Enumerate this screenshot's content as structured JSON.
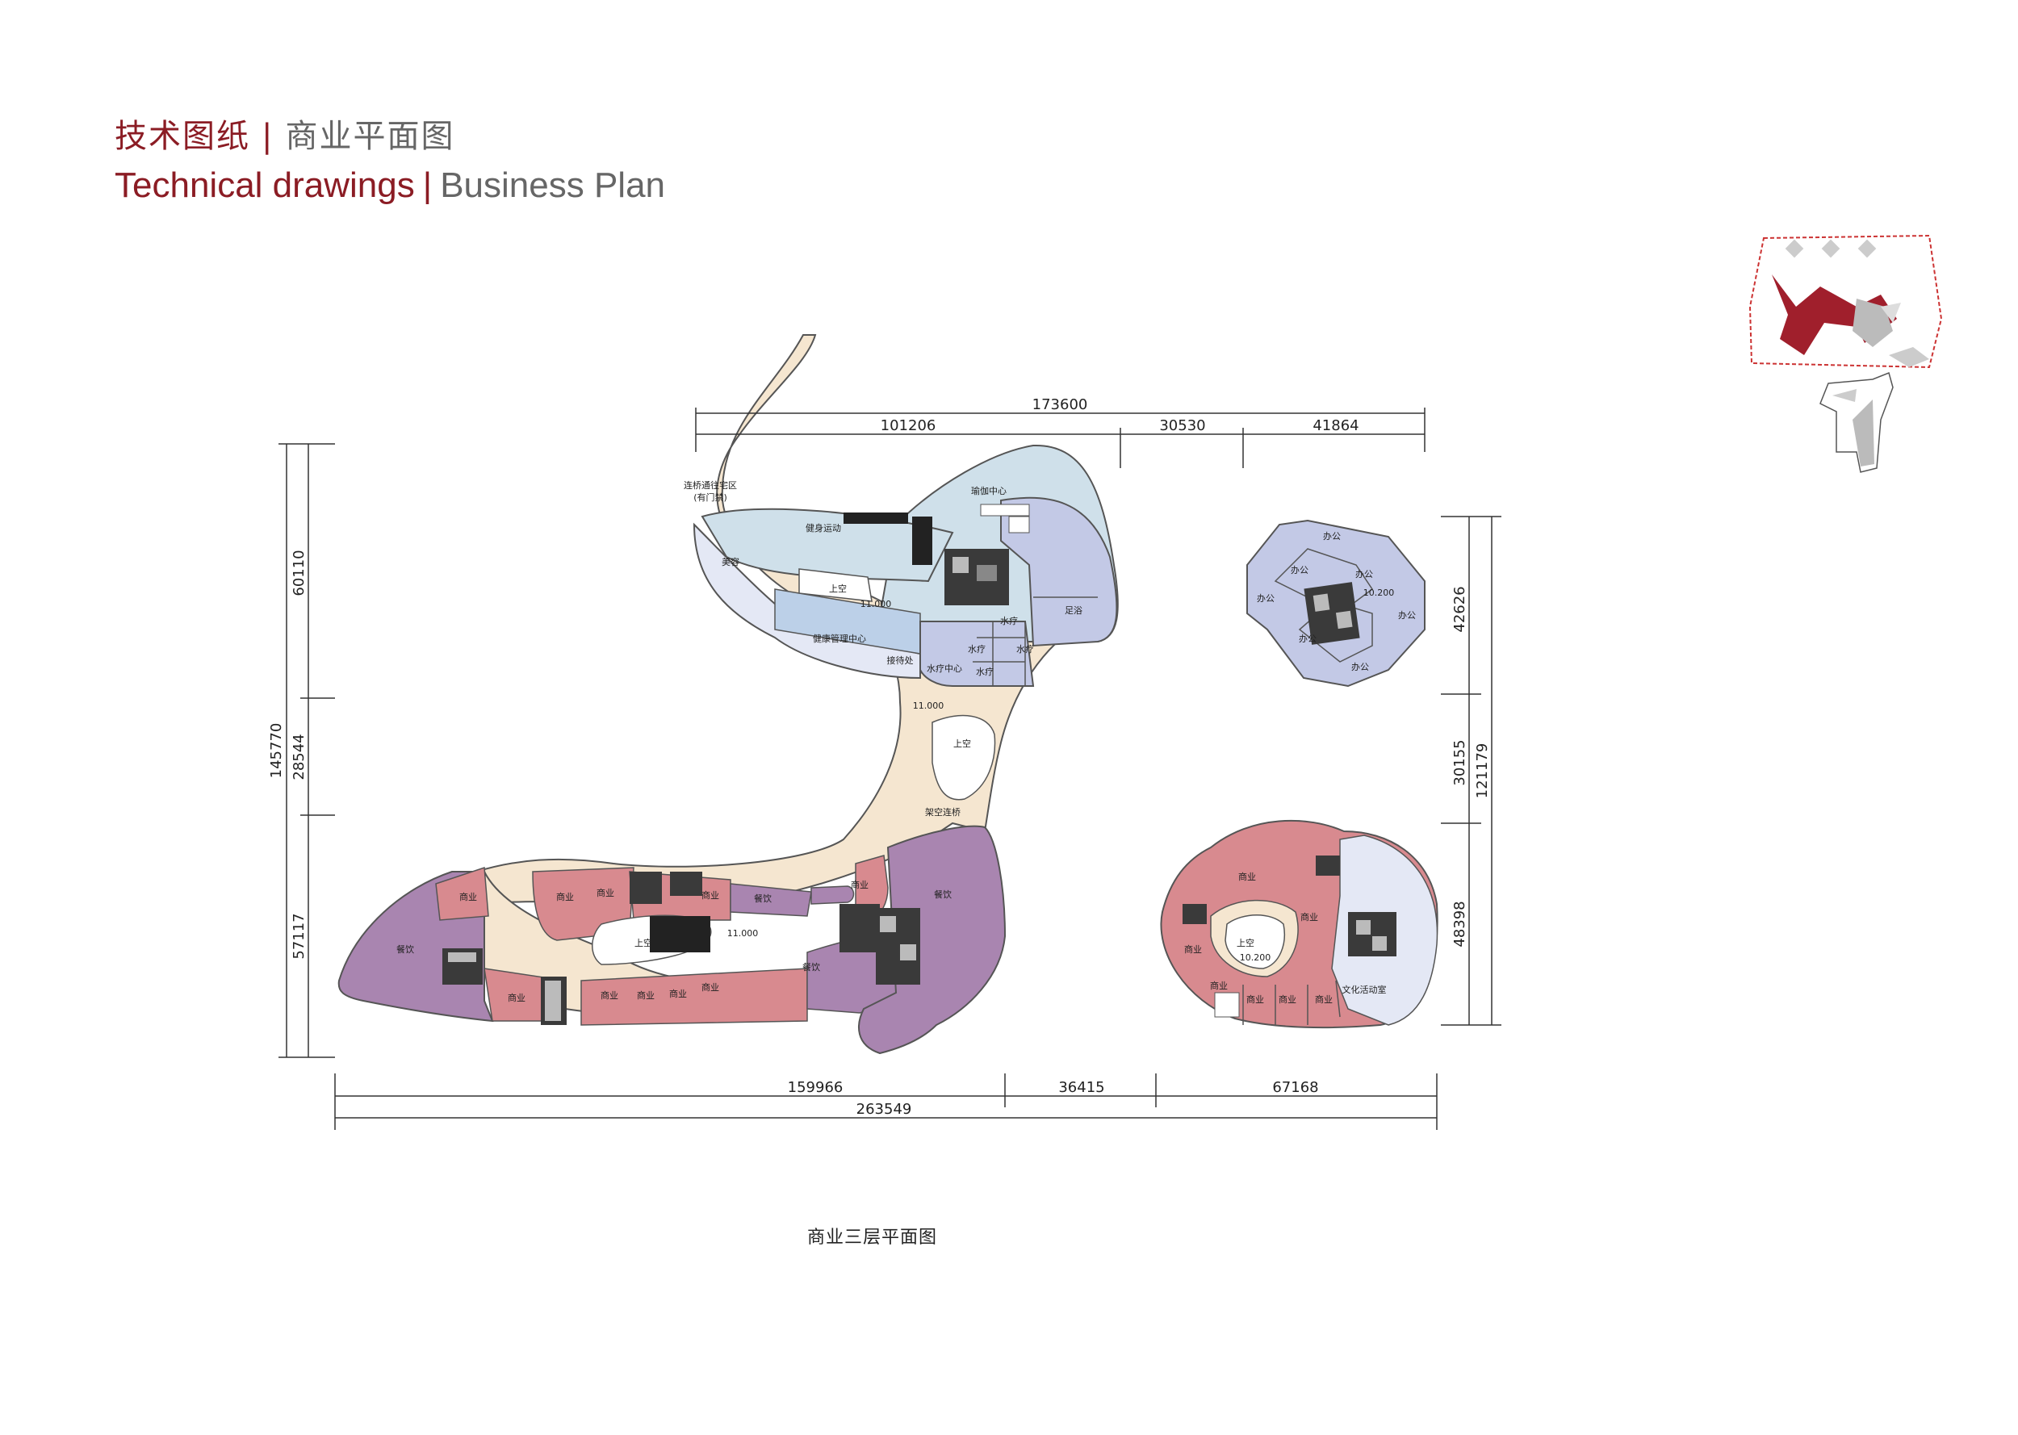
{
  "header": {
    "title_cn": "技术图纸",
    "subtitle_cn": "商业平面图",
    "title_en": "Technical drawings",
    "subtitle_en": "Business Plan",
    "separator": "|"
  },
  "dimensions": {
    "top_total": "173600",
    "top_1": "101206",
    "top_2": "30530",
    "top_3": "41864",
    "left_total": "145770",
    "left_1": "60110",
    "left_2": "28544",
    "left_3": "57117",
    "right_total": "121179",
    "right_1": "42626",
    "right_2": "30155",
    "right_3": "48398",
    "bottom_1": "159966",
    "bottom_2": "36415",
    "bottom_3": "67168",
    "bottom_total": "263549"
  },
  "rooms": {
    "yoga": "瑜伽中心",
    "fitness": "健身运动",
    "beauty": "美容",
    "health": "健康管理中心",
    "reception": "接待处",
    "hydro_center": "水疗中心",
    "hydro": "水疗",
    "foot": "足浴",
    "residential": "连桥通往宅区",
    "residential2": "(有门禁)",
    "void": "上空",
    "bridge": "架空连桥",
    "commerce": "商业",
    "dining": "餐饮",
    "office": "办公",
    "culture": "文化活动室"
  },
  "levels": {
    "l1": "11.000",
    "l2": "11.000",
    "l3": "11.000",
    "l4": "10.200",
    "l5": "10.200"
  },
  "caption": "商业三层平面图",
  "colors": {
    "brand": "#8b1c24",
    "path": "#f5e6d0",
    "light_blue": "#cfe0ea",
    "mid_blue": "#c3c9e6",
    "pink": "#d88a8f",
    "purple": "#a985b0",
    "pale_blue": "#e4e8f5"
  }
}
